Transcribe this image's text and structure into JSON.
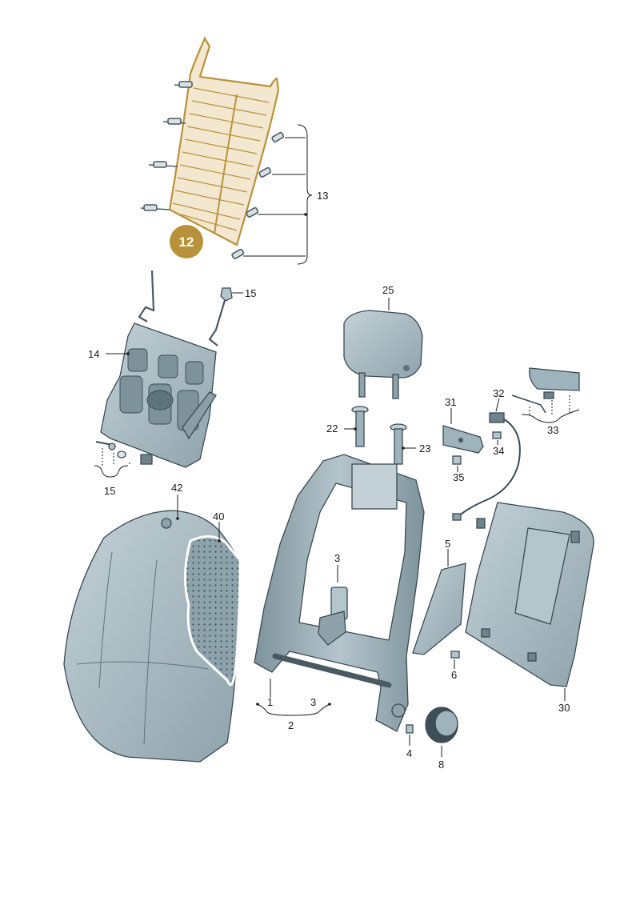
{
  "highlight": {
    "label": "12",
    "color": "#b8923a",
    "fill": "#f3e7cf"
  },
  "part_color": "#9fb3bc",
  "part_color_dark": "#6f838c",
  "labels": {
    "p1": "1",
    "p2": "2",
    "p3a": "3",
    "p3b": "3",
    "p4": "4",
    "p5": "5",
    "p6": "6",
    "p8": "8",
    "p13": "13",
    "p14": "14",
    "p15a": "15",
    "p15b": "15",
    "p22": "22",
    "p23": "23",
    "p25": "25",
    "p30": "30",
    "p31": "31",
    "p32": "32",
    "p33": "33",
    "p34": "34",
    "p35": "35",
    "p40": "40",
    "p42": "42"
  }
}
